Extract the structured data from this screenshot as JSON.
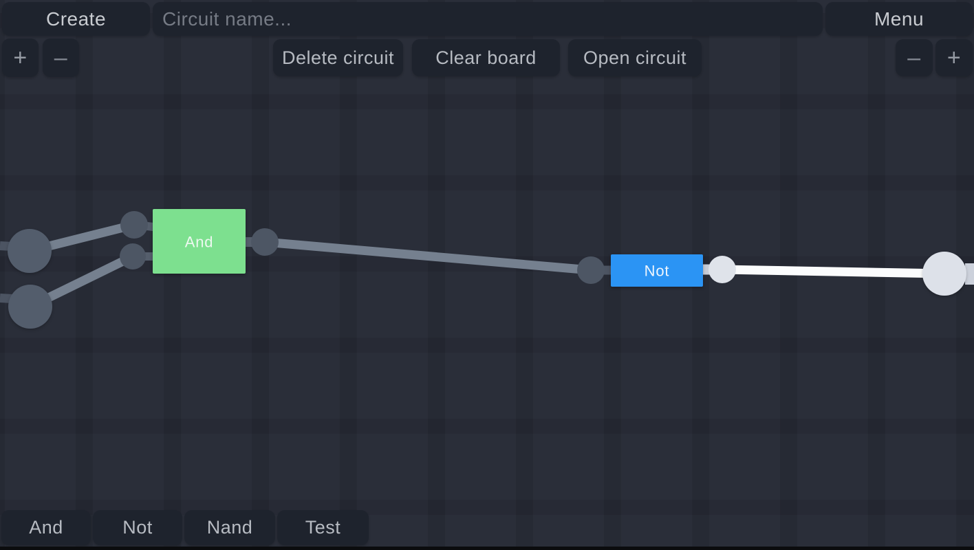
{
  "top_bar": {
    "create": "Create",
    "circuit_name_placeholder": "Circuit name...",
    "menu": "Menu"
  },
  "toolbar": {
    "delete_circuit": "Delete circuit",
    "clear_board": "Clear board",
    "open_circuit": "Open circuit",
    "zoom_in": "+",
    "zoom_out": "–"
  },
  "palette": {
    "items": [
      {
        "label": "And"
      },
      {
        "label": "Not"
      },
      {
        "label": "Nand"
      },
      {
        "label": "Test"
      }
    ]
  },
  "circuit": {
    "gates": [
      {
        "type": "and",
        "label": "And",
        "color": "#7de08f",
        "label_color": "#edf8f0"
      },
      {
        "type": "not",
        "label": "Not",
        "color": "#2b94f4",
        "label_color": "#eef5fd"
      }
    ],
    "colors": {
      "wire_off": "#75808f",
      "wire_on": "#fbfcfd",
      "node_off": "#4d5664",
      "node_on": "#dfe3ea",
      "terminal_off": "#535d6c",
      "terminal_on": "#dde1e9",
      "stub_off": "#4c5462",
      "stub_on": "#ccd1db",
      "connector_off": "#555e6c",
      "connector_on": "#c7ccd6"
    }
  }
}
